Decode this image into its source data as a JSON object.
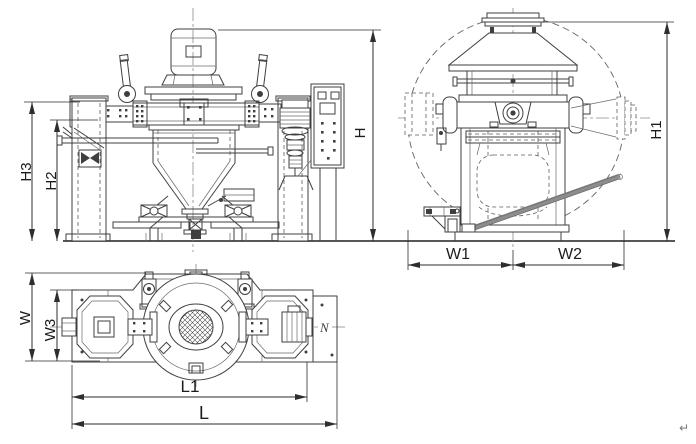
{
  "colors": {
    "background": "#ffffff",
    "line": "#3f3f3f",
    "chute_gray": "#8c8c8c",
    "dim_text": "#1c1c1c"
  },
  "dimensions": {
    "h": "H",
    "h1": "H1",
    "h2": "H2",
    "h3": "H3",
    "w": "W",
    "w1": "W1",
    "w2": "W2",
    "w3": "W3",
    "l": "L",
    "l1": "L1"
  },
  "annotations": {
    "n_marker": "N",
    "return_mark": "↵"
  }
}
